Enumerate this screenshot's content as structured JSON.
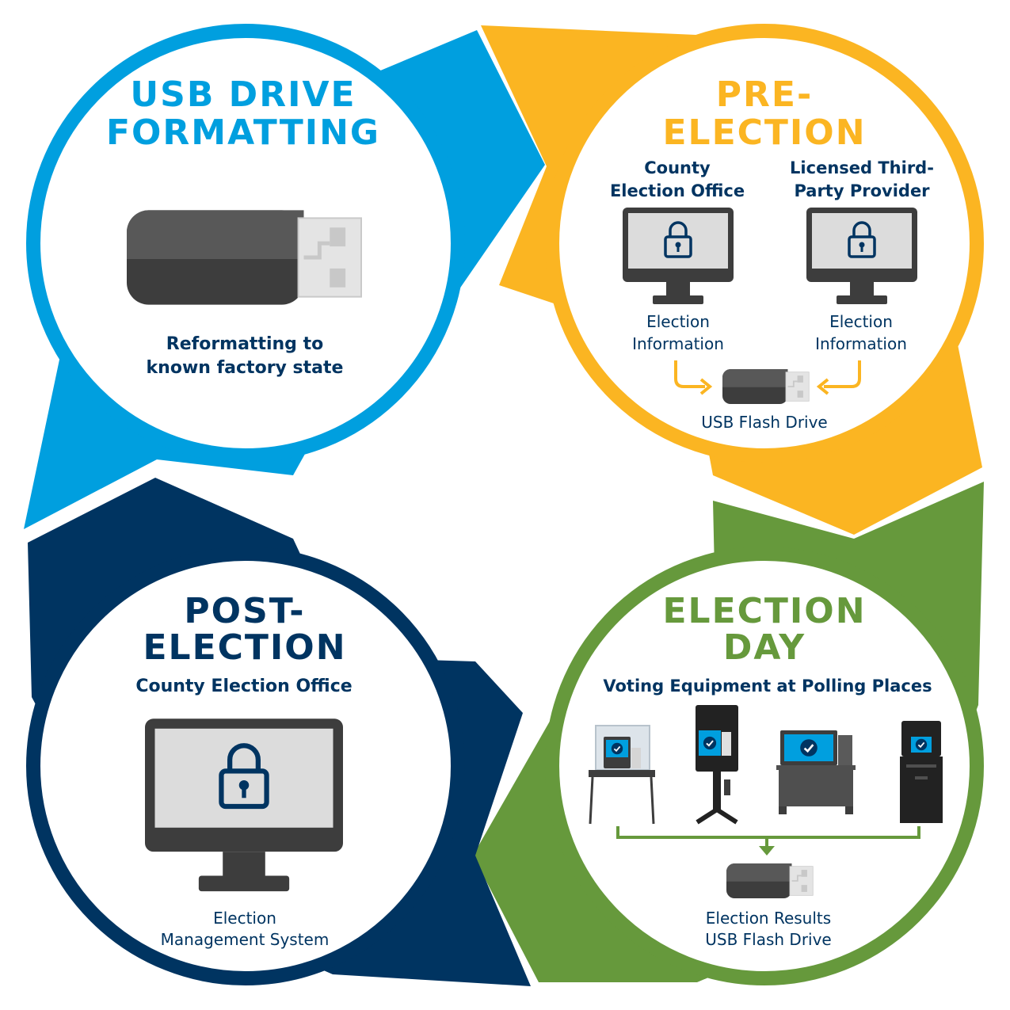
{
  "colors": {
    "blue": "#009fdf",
    "yellow": "#fbb522",
    "green": "#66993c",
    "navy": "#003461",
    "dark_gray": "#3d3d3d",
    "mid_gray": "#4f4f4f",
    "screen_gray": "#dcdcdc"
  },
  "usb_formatting": {
    "title_line1": "USB DRIVE",
    "title_line2": "FORMATTING",
    "caption_line1": "Reformatting to",
    "caption_line2": "known factory state",
    "icon": "usb-drive-icon"
  },
  "pre_election": {
    "title_line1": "PRE-",
    "title_line2": "ELECTION",
    "source1_line1": "County",
    "source1_line2": "Election Office",
    "source2_line1": "Licensed Third-",
    "source2_line2": "Party Provider",
    "info1_line1": "Election",
    "info1_line2": "Information",
    "info2_line1": "Election",
    "info2_line2": "Information",
    "usb_label": "USB Flash Drive",
    "icons": [
      "locked-monitor-icon",
      "usb-drive-icon",
      "arrow-icon"
    ]
  },
  "election_day": {
    "title_line1": "ELECTION",
    "title_line2": "DAY",
    "subtitle": "Voting Equipment at Polling Places",
    "result_line1": "Election Results",
    "result_line2": "USB Flash Drive",
    "icons": [
      "voting-booth-icon",
      "ballot-scanner-icon",
      "voting-machine-icon",
      "ballot-box-icon",
      "usb-drive-icon"
    ]
  },
  "post_election": {
    "title_line1": "POST-",
    "title_line2": "ELECTION",
    "subtitle": "County Election Office",
    "caption_line1": "Election",
    "caption_line2": "Management System",
    "icon": "locked-monitor-icon"
  }
}
